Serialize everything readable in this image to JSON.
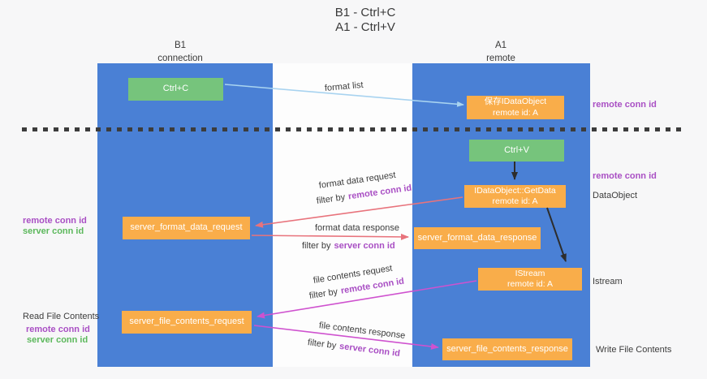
{
  "title": {
    "line1": "B1 - Ctrl+C",
    "line2": "A1 - Ctrl+V"
  },
  "lanes": {
    "left": {
      "name": "B1",
      "subtitle": "connection"
    },
    "right": {
      "name": "A1",
      "subtitle": "remote"
    }
  },
  "boxes": {
    "ctrl_c": {
      "label": "Ctrl+C"
    },
    "saved_dataobject": {
      "line1": "保存IDataObject",
      "line2": "remote id: A"
    },
    "ctrl_v": {
      "label": "Ctrl+V"
    },
    "getdata": {
      "line1": "IDataObject::GetData",
      "line2": "remote id: A"
    },
    "server_format_data_request": {
      "label": "server_format_data_request"
    },
    "server_format_data_response": {
      "label": "server_format_data_response"
    },
    "istream": {
      "line1": "IStream",
      "line2": "remote id: A"
    },
    "server_file_contents_request": {
      "label": "server_file_contents_request"
    },
    "server_file_contents_response": {
      "label": "server_file_contents_response"
    }
  },
  "arrow_labels": {
    "format_list": "format list",
    "format_data_request": "format data request",
    "format_data_response": "format data response",
    "file_contents_request": "file contents request",
    "file_contents_response": "file contents response",
    "filter_by": "filter by",
    "remote_conn_id": "remote conn id",
    "server_conn_id": "server conn id"
  },
  "side_labels": {
    "remote_conn_id": "remote conn id",
    "server_conn_id": "server conn id",
    "dataobject": "DataObject",
    "istream": "Istream",
    "read_file_contents": "Read File Contents",
    "write_file_contents": "Write File Contents"
  },
  "colors": {
    "lane_blue": "#4a80d5",
    "box_green": "#76c47c",
    "box_orange": "#f9ad4a",
    "arrow_blue": "#a8d3f0",
    "arrow_red": "#e8737c",
    "arrow_magenta": "#cf52cf",
    "arrow_black": "#2d2d2d",
    "text_purple": "#a94fc4",
    "text_green": "#5cb85c"
  }
}
